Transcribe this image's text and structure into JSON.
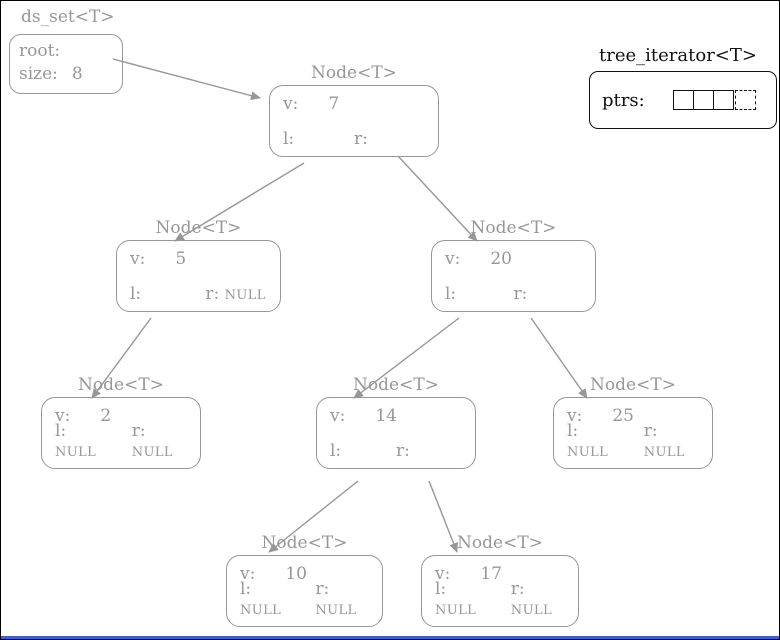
{
  "colors": {
    "diagram_gray": "#979797",
    "ink_black": "#111111",
    "accent_blue": "#3f5ed2"
  },
  "labels": {
    "v": "v:",
    "l": "l:",
    "r": "r:"
  },
  "ds_set": {
    "title": "ds_set<T>",
    "root_label": "root:",
    "size_label": "size:",
    "size_value": "8"
  },
  "iterator": {
    "title": "tree_iterator<T>",
    "ptrs_label": "ptrs:",
    "cells": 4,
    "last_cell_style": "dashed"
  },
  "nodes": {
    "n7": {
      "title": "Node<T>",
      "v": "7",
      "l": "",
      "r": ""
    },
    "n5": {
      "title": "Node<T>",
      "v": "5",
      "l": "",
      "r": "NULL"
    },
    "n20": {
      "title": "Node<T>",
      "v": "20",
      "l": "",
      "r": ""
    },
    "n2": {
      "title": "Node<T>",
      "v": "2",
      "l": "NULL",
      "r": "NULL"
    },
    "n14": {
      "title": "Node<T>",
      "v": "14",
      "l": "",
      "r": ""
    },
    "n25": {
      "title": "Node<T>",
      "v": "25",
      "l": "NULL",
      "r": "NULL"
    },
    "n10": {
      "title": "Node<T>",
      "v": "10",
      "l": "NULL",
      "r": "NULL"
    },
    "n17": {
      "title": "Node<T>",
      "v": "17",
      "l": "NULL",
      "r": "NULL"
    }
  },
  "edges": [
    {
      "from": "ds_set.root",
      "to": "n7"
    },
    {
      "from": "n7.l",
      "to": "n5"
    },
    {
      "from": "n7.r",
      "to": "n20"
    },
    {
      "from": "n5.l",
      "to": "n2"
    },
    {
      "from": "n20.l",
      "to": "n14"
    },
    {
      "from": "n20.r",
      "to": "n25"
    },
    {
      "from": "n14.l",
      "to": "n10"
    },
    {
      "from": "n14.r",
      "to": "n17"
    }
  ]
}
